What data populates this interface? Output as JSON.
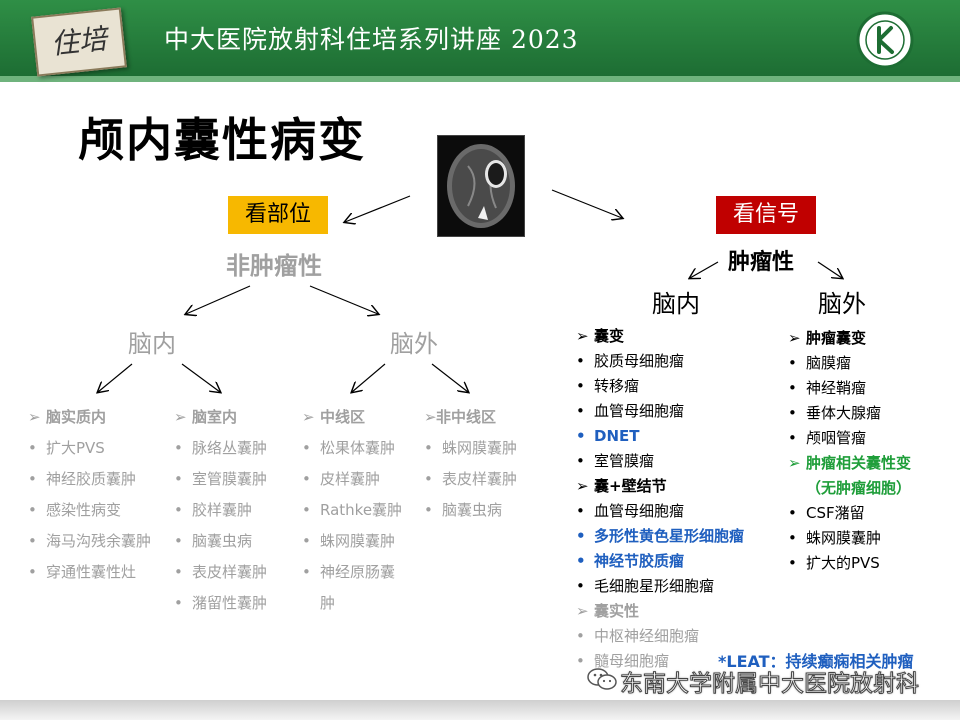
{
  "header": {
    "logo_text": "住培",
    "title": "中大医院放射科住培系列讲座 2023"
  },
  "page_title": "颅内囊性病变",
  "left": {
    "tag": "看部位",
    "category": "非肿瘤性",
    "branches": [
      {
        "label": "脑内",
        "groups": [
          {
            "heading": "脑实质内",
            "items": [
              "扩大PVS",
              "神经胶质囊肿",
              "感染性病变",
              "海马沟残余囊肿",
              "穿通性囊性灶"
            ]
          },
          {
            "heading": "脑室内",
            "items": [
              "脉络丛囊肿",
              "室管膜囊肿",
              "胶样囊肿",
              "脑囊虫病",
              "表皮样囊肿",
              "潴留性囊肿"
            ]
          }
        ]
      },
      {
        "label": "脑外",
        "groups": [
          {
            "heading": "中线区",
            "items": [
              "松果体囊肿",
              "皮样囊肿",
              "Rathke囊肿",
              "蛛网膜囊肿",
              "神经原肠囊",
              "肿"
            ]
          },
          {
            "heading": "非中线区",
            "items": [
              "蛛网膜囊肿",
              "表皮样囊肿",
              "脑囊虫病"
            ]
          }
        ]
      }
    ]
  },
  "right": {
    "tag": "看信号",
    "category": "肿瘤性",
    "branches": [
      {
        "label": "脑内",
        "rows": [
          {
            "text": "囊变",
            "style": "head"
          },
          {
            "text": "胶质母细胞瘤",
            "style": "item"
          },
          {
            "text": "转移瘤",
            "style": "item"
          },
          {
            "text": "血管母细胞瘤",
            "style": "item"
          },
          {
            "text": "DNET",
            "style": "blue"
          },
          {
            "text": "室管膜瘤",
            "style": "item"
          },
          {
            "text": "囊+壁结节",
            "style": "head"
          },
          {
            "text": "血管母细胞瘤",
            "style": "item"
          },
          {
            "text": "多形性黄色星形细胞瘤",
            "style": "blue"
          },
          {
            "text": "神经节胶质瘤",
            "style": "blue"
          },
          {
            "text": "毛细胞星形细胞瘤",
            "style": "item"
          },
          {
            "text": "囊实性",
            "style": "greyhead"
          },
          {
            "text": "中枢神经细胞瘤",
            "style": "grey"
          },
          {
            "text": "髓母细胞瘤",
            "style": "grey"
          }
        ]
      },
      {
        "label": "脑外",
        "rows": [
          {
            "text": "肿瘤囊变",
            "style": "head"
          },
          {
            "text": "脑膜瘤",
            "style": "item"
          },
          {
            "text": "神经鞘瘤",
            "style": "item"
          },
          {
            "text": "垂体大腺瘤",
            "style": "item"
          },
          {
            "text": "颅咽管瘤",
            "style": "item"
          },
          {
            "text": "肿瘤相关囊性变",
            "style": "greenhead"
          },
          {
            "text": "（无肿瘤细胞）",
            "style": "greensub"
          },
          {
            "text": "CSF潴留",
            "style": "item"
          },
          {
            "text": "蛛网膜囊肿",
            "style": "item"
          },
          {
            "text": "扩大的PVS",
            "style": "item"
          }
        ]
      }
    ]
  },
  "footnote": "*LEAT：持续癫痫相关肿瘤",
  "watermark": "东南大学附属中大医院放射科",
  "colors": {
    "header": "#2a8442",
    "yellow": "#f7b800",
    "red": "#c00000",
    "blue": "#1f5fbf",
    "green": "#1f9e3a",
    "grey": "#a0a0a0"
  }
}
